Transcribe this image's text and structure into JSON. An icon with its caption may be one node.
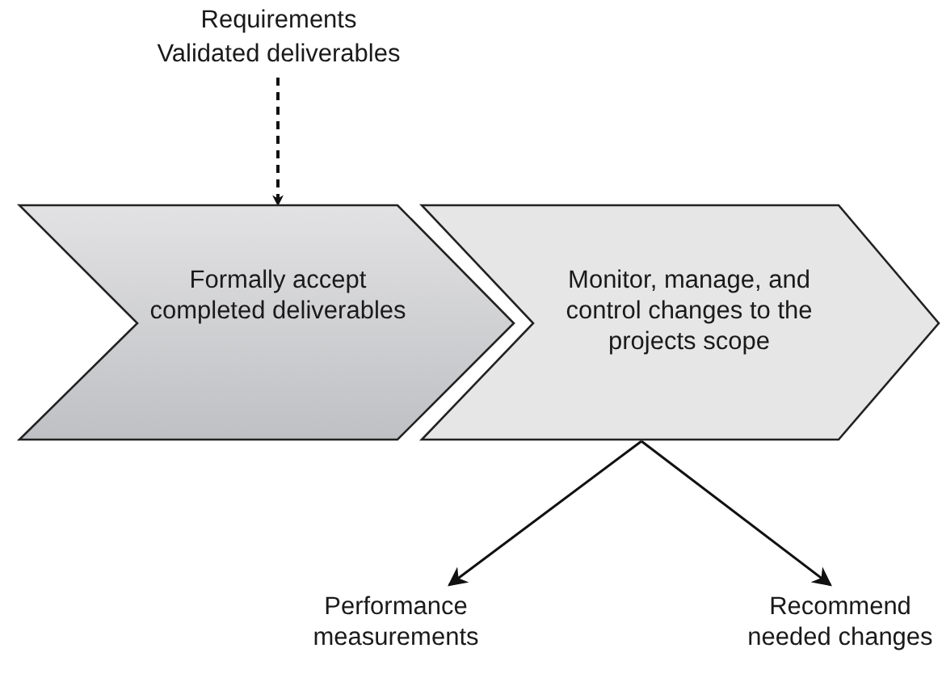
{
  "diagram": {
    "nodes": [
      {
        "text": [
          "Requirements",
          "Validated deliverables"
        ]
      },
      {
        "text": [
          "Formally accept completed deliverables"
        ]
      },
      {
        "text": [
          "Monitor, manage, and control changes to the projects scope"
        ]
      },
      {
        "text": [
          "Performance measurements"
        ]
      },
      {
        "text": [
          "Recommend needed changes"
        ]
      }
    ],
    "edges": [
      {
        "from": 0,
        "to": 1,
        "arrow": "to",
        "style": "dashed"
      },
      {
        "from": 2,
        "to": 3,
        "arrow": "to"
      },
      {
        "from": 2,
        "to": 4,
        "arrow": "to"
      }
    ]
  }
}
